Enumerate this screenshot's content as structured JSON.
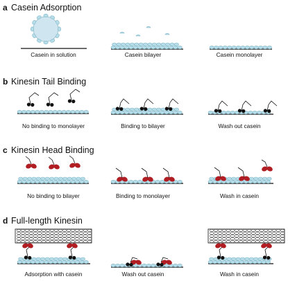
{
  "colors": {
    "casein_fill": "#b6dde8",
    "casein_stroke": "#7fb6c8",
    "micelle_fill": "#cfe6f1",
    "micelle_stroke": "#8fb9c9",
    "head_red": "#b01e23",
    "motor_black": "#111111",
    "line": "#111111"
  },
  "panels": [
    {
      "letter": "a",
      "title": "Casein Adsorption",
      "captions": [
        "Casein in solution",
        "Casein bilayer",
        "Casein monolayer"
      ]
    },
    {
      "letter": "b",
      "title": "Kinesin Tail Binding",
      "captions": [
        "No binding to monolayer",
        "Binding to bilayer",
        "Wash out casein"
      ]
    },
    {
      "letter": "c",
      "title": "Kinesin Head Binding",
      "captions": [
        "No binding to bilayer",
        "Binding to monolayer",
        "Wash in casein"
      ]
    },
    {
      "letter": "d",
      "title": "Full-length Kinesin",
      "captions": [
        "Adsorption with casein",
        "Wash out casein",
        "Wash in casein"
      ]
    }
  ]
}
